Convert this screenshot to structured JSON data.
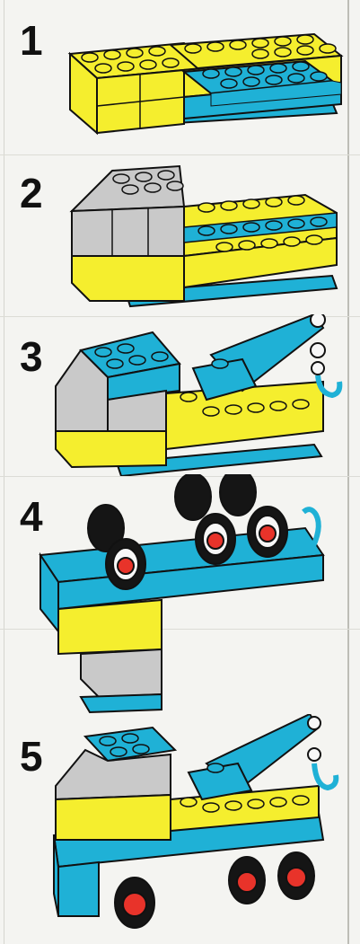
{
  "steps": [
    {
      "number": "1"
    },
    {
      "number": "2"
    },
    {
      "number": "3"
    },
    {
      "number": "4"
    },
    {
      "number": "5"
    }
  ],
  "colors": {
    "yellow": "#f5ee2e",
    "blue": "#1fb1d6",
    "grey": "#c9c9c9",
    "red": "#e8332a",
    "black": "#151515",
    "white": "#f7f7f7"
  }
}
